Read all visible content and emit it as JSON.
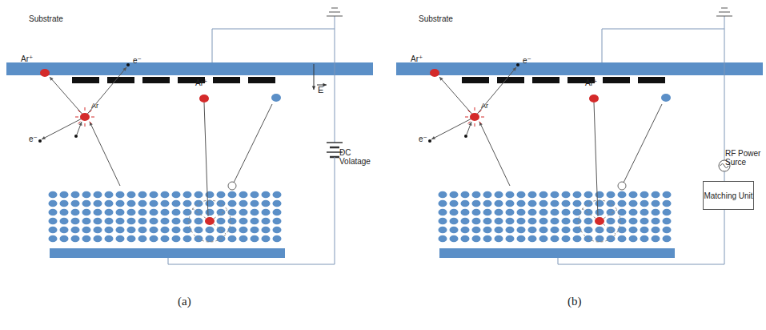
{
  "diagram": {
    "nodes": [
      {
        "text": [
          "Matching Unit"
        ]
      }
    ],
    "labels": [
      "Substrate",
      "Ar⁺",
      "e⁻",
      "Ar",
      "e⁻",
      "Ar⁺",
      "E",
      "DC Volatage",
      "(a)",
      "Substrate",
      "Ar⁺",
      "e⁻",
      "Ar",
      "e⁻",
      "Ar⁺",
      "RF Power Surce",
      "(b)"
    ]
  }
}
